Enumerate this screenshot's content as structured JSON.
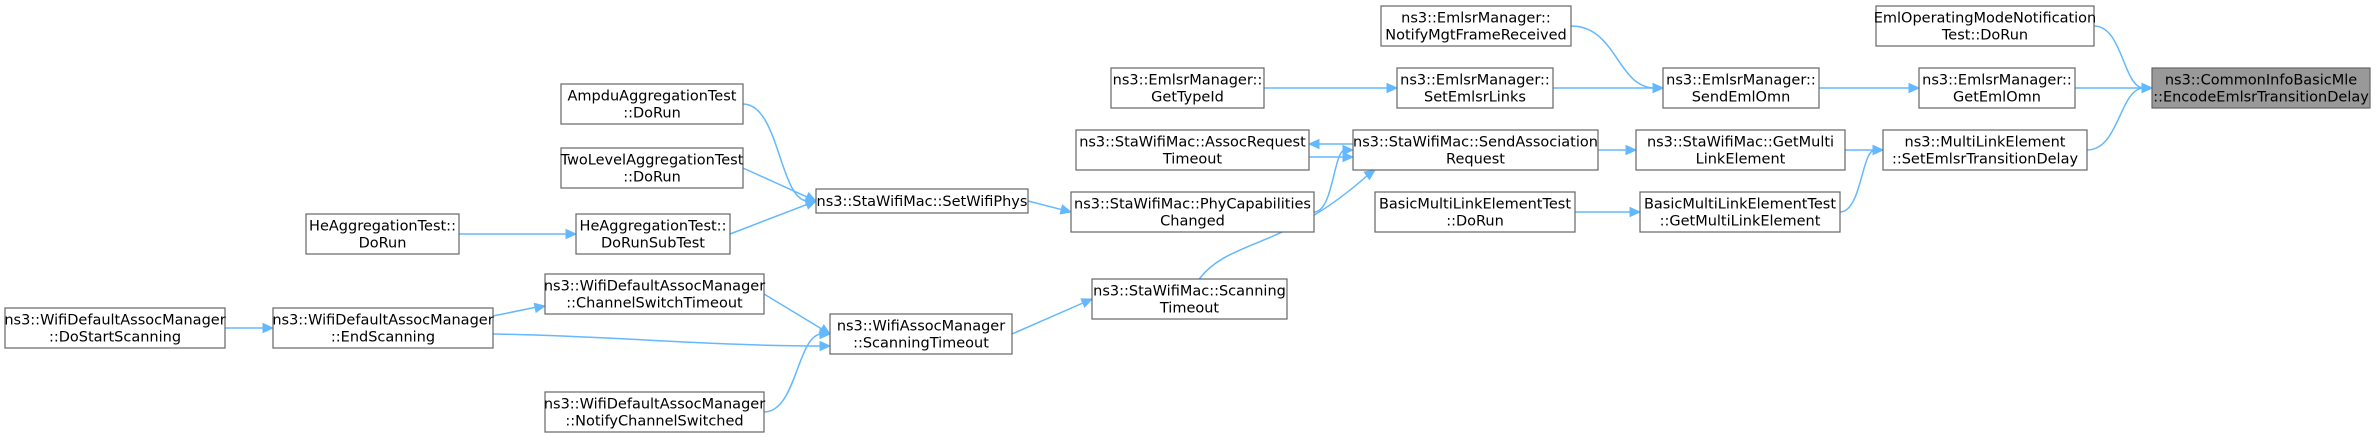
{
  "nodes": [
    {
      "id": "focus",
      "lines": [
        "ns3::CommonInfoBasicMle",
        "::EncodeEmlsrTransitionDelay"
      ],
      "focus": true
    },
    {
      "id": "emlop",
      "lines": [
        "EmlOperatingModeNotification",
        "Test::DoRun"
      ]
    },
    {
      "id": "getemlomn",
      "lines": [
        "ns3::EmlsrManager::",
        "GetEmlOmn"
      ]
    },
    {
      "id": "setdelay",
      "lines": [
        "ns3::MultiLinkElement",
        "::SetEmlsrTransitionDelay"
      ]
    },
    {
      "id": "notifymgt",
      "lines": [
        "ns3::EmlsrManager::",
        "NotifyMgtFrameReceived"
      ]
    },
    {
      "id": "sendemlomn",
      "lines": [
        "ns3::EmlsrManager::",
        "SendEmlOmn"
      ]
    },
    {
      "id": "setemlsrlinks",
      "lines": [
        "ns3::EmlsrManager::",
        "SetEmlsrLinks"
      ]
    },
    {
      "id": "gettypeid",
      "lines": [
        "ns3::EmlsrManager::",
        "GetTypeId"
      ]
    },
    {
      "id": "getmultilink",
      "lines": [
        "ns3::StaWifiMac::GetMulti",
        "LinkElement"
      ]
    },
    {
      "id": "bmletest_get",
      "lines": [
        "BasicMultiLinkElementTest",
        "::GetMultiLinkElement"
      ]
    },
    {
      "id": "bmletest_run",
      "lines": [
        "BasicMultiLinkElementTest",
        "::DoRun"
      ]
    },
    {
      "id": "sendassoc",
      "lines": [
        "ns3::StaWifiMac::SendAssociation",
        "Request"
      ]
    },
    {
      "id": "assoctimeout",
      "lines": [
        "ns3::StaWifiMac::AssocRequest",
        "Timeout"
      ]
    },
    {
      "id": "phycap",
      "lines": [
        "ns3::StaWifiMac::PhyCapabilities",
        "Changed"
      ]
    },
    {
      "id": "scanningtimeout_sta",
      "lines": [
        "ns3::StaWifiMac::Scanning",
        "Timeout"
      ]
    },
    {
      "id": "setwifiphys",
      "lines": [
        "ns3::StaWifiMac::SetWifiPhys"
      ]
    },
    {
      "id": "ampdu",
      "lines": [
        "AmpduAggregationTest",
        "::DoRun"
      ]
    },
    {
      "id": "twolevel",
      "lines": [
        "TwoLevelAggregationTest",
        "::DoRun"
      ]
    },
    {
      "id": "hesub",
      "lines": [
        "HeAggregationTest::",
        "DoRunSubTest"
      ]
    },
    {
      "id": "herun",
      "lines": [
        "HeAggregationTest::",
        "DoRun"
      ]
    },
    {
      "id": "assocmgr_scan",
      "lines": [
        "ns3::WifiAssocManager",
        "::ScanningTimeout"
      ]
    },
    {
      "id": "chswitch",
      "lines": [
        "ns3::WifiDefaultAssocManager",
        "::ChannelSwitchTimeout"
      ]
    },
    {
      "id": "endscanning",
      "lines": [
        "ns3::WifiDefaultAssocManager",
        "::EndScanning"
      ]
    },
    {
      "id": "startscanning",
      "lines": [
        "ns3::WifiDefaultAssocManager",
        "::DoStartScanning"
      ]
    },
    {
      "id": "notifych",
      "lines": [
        "ns3::WifiDefaultAssocManager",
        "::NotifyChannelSwitched"
      ]
    }
  ],
  "edges": [
    {
      "from": "emlop",
      "to": "focus"
    },
    {
      "from": "getemlomn",
      "to": "focus"
    },
    {
      "from": "setdelay",
      "to": "focus"
    },
    {
      "from": "sendemlomn",
      "to": "getemlomn"
    },
    {
      "from": "notifymgt",
      "to": "sendemlomn"
    },
    {
      "from": "setemlsrlinks",
      "to": "sendemlomn"
    },
    {
      "from": "gettypeid",
      "to": "setemlsrlinks"
    },
    {
      "from": "getmultilink",
      "to": "setdelay"
    },
    {
      "from": "bmletest_get",
      "to": "setdelay"
    },
    {
      "from": "bmletest_run",
      "to": "bmletest_get"
    },
    {
      "from": "sendassoc",
      "to": "getmultilink"
    },
    {
      "from": "sendassoc",
      "to": "assoctimeout"
    },
    {
      "from": "assoctimeout",
      "to": "sendassoc"
    },
    {
      "from": "phycap",
      "to": "sendassoc"
    },
    {
      "from": "scanningtimeout_sta",
      "to": "sendassoc"
    },
    {
      "from": "setwifiphys",
      "to": "phycap"
    },
    {
      "from": "ampdu",
      "to": "setwifiphys"
    },
    {
      "from": "twolevel",
      "to": "setwifiphys"
    },
    {
      "from": "hesub",
      "to": "setwifiphys"
    },
    {
      "from": "herun",
      "to": "hesub"
    },
    {
      "from": "assocmgr_scan",
      "to": "scanningtimeout_sta"
    },
    {
      "from": "chswitch",
      "to": "assocmgr_scan"
    },
    {
      "from": "endscanning",
      "to": "assocmgr_scan"
    },
    {
      "from": "endscanning",
      "to": "chswitch"
    },
    {
      "from": "notifych",
      "to": "assocmgr_scan"
    },
    {
      "from": "startscanning",
      "to": "endscanning"
    }
  ],
  "colors": {
    "edge": "#63b8ff",
    "node_border": "#666666",
    "focus_fill": "#999999",
    "node_fill": "#ffffff"
  }
}
